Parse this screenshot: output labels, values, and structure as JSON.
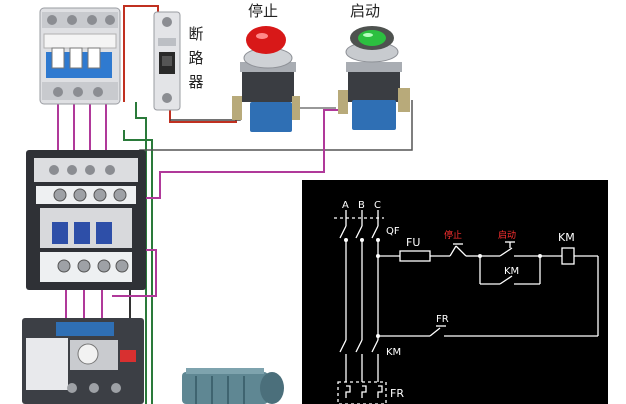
{
  "labels": {
    "breaker": [
      "断",
      "路",
      "器"
    ],
    "stop": "停止",
    "start": "启动"
  },
  "schematic": {
    "phases": [
      "A",
      "B",
      "C"
    ],
    "qf": "QF",
    "fu": "FU",
    "stop": "停止",
    "start": "启动",
    "km_coil": "KM",
    "km_aux": "KM",
    "fr_contact": "FR",
    "km_main": "KM",
    "fr_relay": "FR"
  },
  "colors": {
    "schematic_bg": "#000000",
    "schematic_line": "#ffffff",
    "schematic_red_text": "#ff3030",
    "wire_magenta": "#b0399a",
    "wire_red": "#c03020",
    "wire_green": "#2a7a3a",
    "stop_button": "#d81818",
    "start_button": "#2cc040",
    "relay_blue": "#2f6fb4"
  }
}
